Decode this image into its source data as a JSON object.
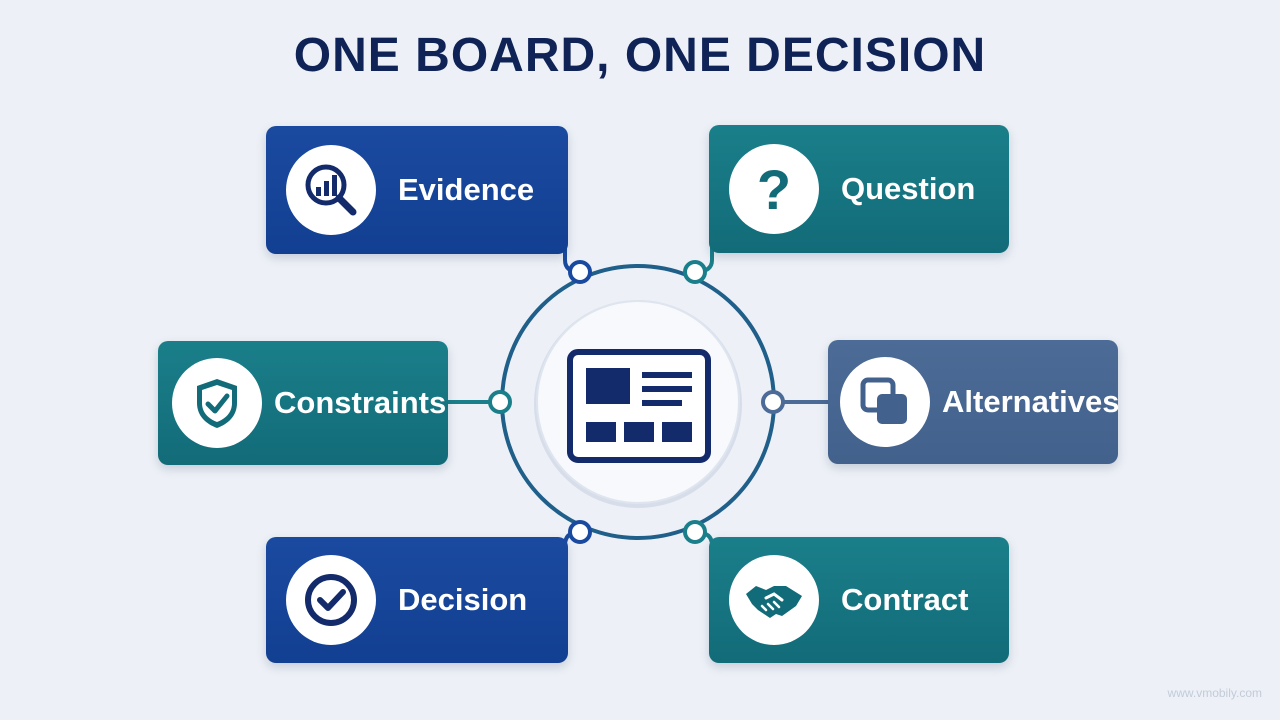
{
  "title": "ONE BOARD, ONE DECISION",
  "nodes": [
    {
      "id": "evidence",
      "label": "Evidence",
      "icon": "magnifier-chart-icon"
    },
    {
      "id": "question",
      "label": "Question",
      "icon": "question-mark-icon"
    },
    {
      "id": "constraints",
      "label": "Constraints",
      "icon": "shield-check-icon"
    },
    {
      "id": "alternatives",
      "label": "Alternatives",
      "icon": "overlapping-squares-icon"
    },
    {
      "id": "decision",
      "label": "Decision",
      "icon": "circle-check-icon"
    },
    {
      "id": "contract",
      "label": "Contract",
      "icon": "handshake-icon"
    }
  ],
  "center": {
    "icon": "board-icon"
  },
  "colors": {
    "navy": "#0f2357",
    "blue": "#1a4aa0",
    "teal": "#1a7f8a",
    "slate": "#4c6b96",
    "ring": "#1f5f8a",
    "background": "#edf1f7"
  },
  "watermark": "www.vmobily.com"
}
